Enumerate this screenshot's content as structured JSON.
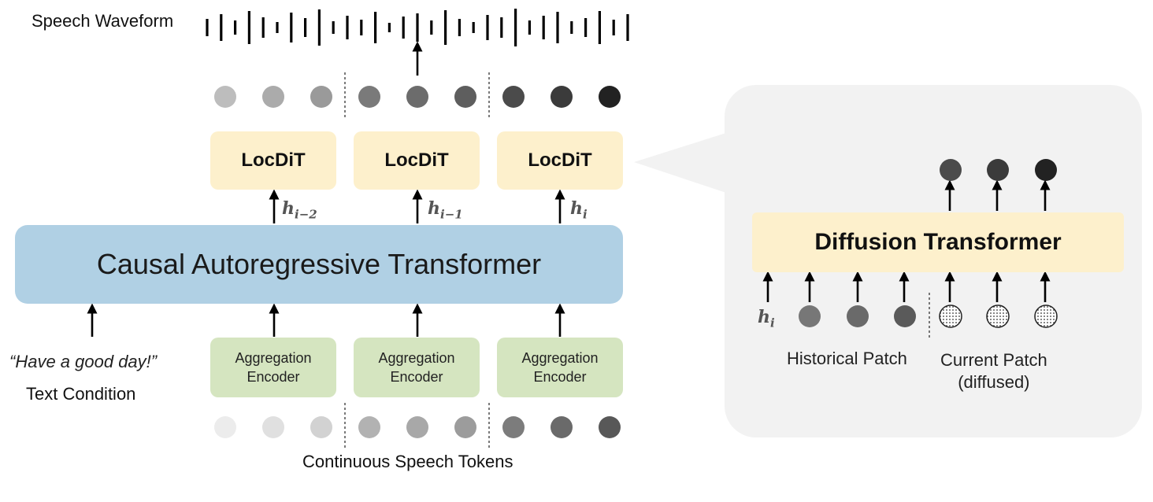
{
  "top": {
    "waveform_label": "Speech Waveform"
  },
  "locdit": {
    "labels": [
      "LocDiT",
      "LocDiT",
      "LocDiT"
    ]
  },
  "hidden": {
    "symbol": "h",
    "subscripts": [
      "i−2",
      "i−1",
      "i"
    ]
  },
  "main": {
    "transformer_label": "Causal Autoregressive Transformer"
  },
  "text": {
    "quote": "“Have a good day!”",
    "condition_label": "Text Condition"
  },
  "aggregation": {
    "labels": [
      {
        "line1": "Aggregation",
        "line2": "Encoder"
      },
      {
        "line1": "Aggregation",
        "line2": "Encoder"
      },
      {
        "line1": "Aggregation",
        "line2": "Encoder"
      }
    ]
  },
  "bottom": {
    "tokens_label": "Continuous Speech Tokens"
  },
  "diffusion": {
    "title": "Diffusion Transformer",
    "h_symbol": "h",
    "h_subscript": "i",
    "historical_label": "Historical Patch",
    "current_label_line1": "Current Patch",
    "current_label_line2": "(diffused)"
  },
  "colors": {
    "input_tokens": [
      "#ececec",
      "#e0e0e0",
      "#d2d2d2",
      "#b2b2b2",
      "#a8a8a8",
      "#9c9c9c",
      "#7c7c7c",
      "#6a6a6a",
      "#585858"
    ],
    "output_tokens": [
      "#bdbdbd",
      "#ababab",
      "#9a9a9a",
      "#7a7a7a",
      "#6c6c6c",
      "#5e5e5e",
      "#4b4b4b",
      "#3b3b3b",
      "#222222"
    ],
    "history_tokens": [
      "#777777",
      "#6a6a6a",
      "#5a5a5a"
    ],
    "dit_output_tokens": [
      "#4b4b4b",
      "#3b3b3b",
      "#222222"
    ],
    "locdit_fill": "#fdf0cc",
    "aggregation_fill": "#d5e5c0",
    "transformer_fill": "#b0d0e4",
    "panel_fill": "#f2f2f2"
  }
}
